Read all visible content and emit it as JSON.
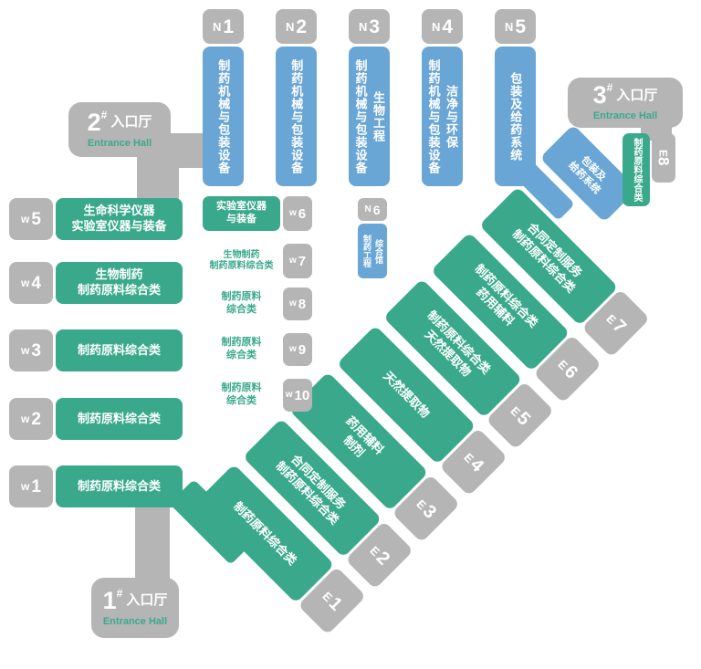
{
  "colors": {
    "blue": "#6aa6d5",
    "green": "#3aa98b",
    "gray": "#b5b5b5"
  },
  "entrance_1": {
    "num": "1",
    "hash": "#",
    "cn": "入口厅",
    "en": "Entrance Hall"
  },
  "entrance_2": {
    "num": "2",
    "hash": "#",
    "cn": "入口厅",
    "en": "Entrance Hall"
  },
  "entrance_3": {
    "num": "3",
    "hash": "#",
    "cn": "入口厅",
    "en": "Entrance Hall"
  },
  "n_halls": [
    {
      "prefix": "N",
      "num": "1",
      "lines": [
        "制药机械与包装设备"
      ]
    },
    {
      "prefix": "N",
      "num": "2",
      "lines": [
        "制药机械与包装设备"
      ]
    },
    {
      "prefix": "N",
      "num": "3",
      "lines": [
        "制药机械与包装设备",
        "生物工程"
      ]
    },
    {
      "prefix": "N",
      "num": "4",
      "lines": [
        "制药机械与包装设备",
        "洁净与环保"
      ]
    },
    {
      "prefix": "N",
      "num": "5",
      "lines": [
        "包装及给药系统"
      ]
    }
  ],
  "n6": {
    "prefix": "N",
    "num": "6",
    "lines": [
      "制药工程",
      "综合馆"
    ]
  },
  "w_halls": [
    {
      "prefix": "w",
      "num": "5",
      "lines": [
        "生命科学仪器",
        "实验室仪器与装备"
      ]
    },
    {
      "prefix": "w",
      "num": "4",
      "lines": [
        "生物制药",
        "制药原料综合类"
      ]
    },
    {
      "prefix": "w",
      "num": "3",
      "lines": [
        "制药原料综合类"
      ]
    },
    {
      "prefix": "w",
      "num": "2",
      "lines": [
        "制药原料综合类"
      ]
    },
    {
      "prefix": "w",
      "num": "1",
      "lines": [
        "制药原料综合类"
      ]
    }
  ],
  "w_small": [
    {
      "prefix": "w",
      "num": "6",
      "lines": [
        "实验室仪器",
        "与装备"
      ]
    },
    {
      "prefix": "w",
      "num": "7",
      "lines": [
        "生物制药",
        "制药原料综合类"
      ]
    },
    {
      "prefix": "w",
      "num": "8",
      "lines": [
        "制药原料",
        "综合类"
      ]
    },
    {
      "prefix": "w",
      "num": "9",
      "lines": [
        "制药原料",
        "综合类"
      ]
    },
    {
      "prefix": "w",
      "num": "10",
      "lines": [
        "制药原料",
        "综合类"
      ]
    }
  ],
  "e_halls": [
    {
      "prefix": "E",
      "num": "1",
      "lines": [
        "制药原料综合类"
      ]
    },
    {
      "prefix": "E",
      "num": "2",
      "lines": [
        "合同定制服务",
        "制药原料综合类"
      ]
    },
    {
      "prefix": "E",
      "num": "3",
      "lines": [
        "药用辅料",
        "制剂"
      ]
    },
    {
      "prefix": "E",
      "num": "4",
      "lines": [
        "天然提取物"
      ]
    },
    {
      "prefix": "E",
      "num": "5",
      "lines": [
        "制药原料综合类",
        "天然提取物"
      ]
    },
    {
      "prefix": "E",
      "num": "6",
      "lines": [
        "制药原料综合类",
        "药用辅料"
      ]
    },
    {
      "prefix": "E",
      "num": "7",
      "lines": [
        "合同定制服务",
        "制药原料综合类"
      ]
    }
  ],
  "e8": {
    "prefix": "E",
    "num": "8",
    "green_text": "制药原料综合类",
    "blue_lines": [
      "包装及",
      "给药系统"
    ]
  }
}
